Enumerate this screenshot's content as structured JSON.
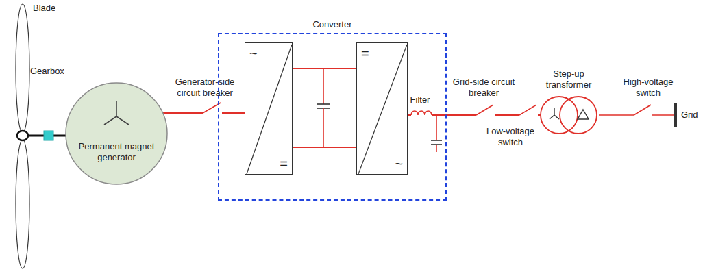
{
  "diagram": {
    "nodes": [
      {
        "text": [
          "Permanent magnet generator"
        ]
      },
      {
        "text": [
          "Converter"
        ]
      },
      {
        "text": [
          "~",
          "="
        ],
        "in": 1
      },
      {
        "text": [
          "=",
          "~"
        ],
        "in": 1
      },
      {
        "text": [
          "Step-up transformer"
        ]
      }
    ],
    "edges": [
      {
        "from": 0,
        "to": 2,
        "arrow": "none"
      },
      {
        "from": 2,
        "to": 3,
        "arrow": "none"
      },
      {
        "from": 2,
        "to": 3,
        "arrow": "none"
      },
      {
        "from": 3,
        "to": 4,
        "arrow": "none"
      }
    ],
    "labels": [
      "Blade",
      "Gearbox",
      "Generator-side circuit breaker",
      "Filter",
      "Grid-side circuit breaker",
      "Low-voltage switch",
      "High-voltage switch",
      "Grid"
    ]
  }
}
